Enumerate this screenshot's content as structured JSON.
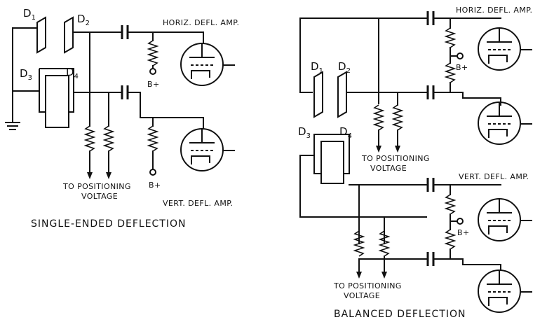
{
  "single": {
    "caption": "SINGLE-ENDED DEFLECTION",
    "horiz_amp": "HORIZ. DEFL. AMP.",
    "vert_amp": "VERT. DEFL. AMP.",
    "positioning_line1": "TO POSITIONING",
    "positioning_line2": "VOLTAGE",
    "bplus_top": "B+",
    "bplus_bottom": "B+"
  },
  "balanced": {
    "caption": "BALANCED DEFLECTION",
    "horiz_amp": "HORIZ. DEFL. AMP.",
    "vert_amp": "VERT. DEFL. AMP.",
    "positioning_top_line1": "TO POSITIONING",
    "positioning_top_line2": "VOLTAGE",
    "positioning_bottom_line1": "TO POSITIONING",
    "positioning_bottom_line2": "VOLTAGE",
    "bplus_horiz": "B+",
    "bplus_vert": "B+"
  },
  "plates": {
    "letter": "D",
    "d1": "1",
    "d2": "2",
    "d3": "3",
    "d4": "4"
  }
}
